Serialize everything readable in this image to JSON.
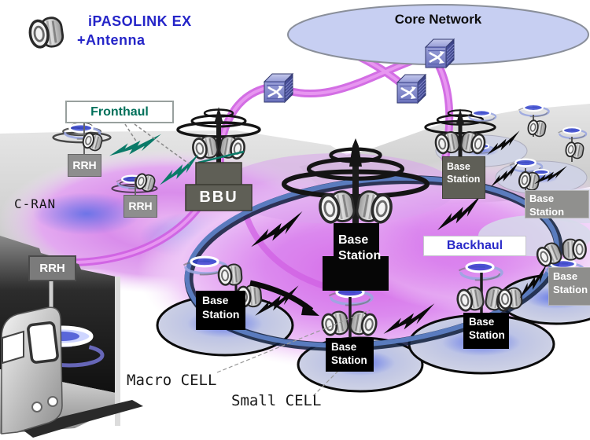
{
  "logo": {
    "line1": "iPASOLINK EX",
    "line2": "+Antenna"
  },
  "core_network": {
    "label": "Core Network"
  },
  "transport": {
    "fronthaul_label": "Fronthaul",
    "backhaul_label": "Backhaul"
  },
  "areas": {
    "cran_label": "C-RAN",
    "macro_cell_label": "Macro CELL",
    "small_cell_label": "Small CELL"
  },
  "nodes": {
    "bbu": {
      "label": "BBU"
    },
    "rrh_units": [
      {
        "label": "RRH",
        "position": "cran-left"
      },
      {
        "label": "RRH",
        "position": "cran-center"
      },
      {
        "label": "RRH",
        "position": "subway-tunnel"
      }
    ],
    "base_stations": [
      {
        "label": "Base Station",
        "position": "macro-center"
      },
      {
        "label": "Base Station",
        "position": "top-right"
      },
      {
        "label": "Base Station",
        "position": "right"
      },
      {
        "label": "Base Station",
        "position": "far-right"
      },
      {
        "label": "Base Station",
        "position": "bottom-left"
      },
      {
        "label": "Base Station",
        "position": "bottom-center"
      },
      {
        "label": "Base Station",
        "position": "bottom-right"
      }
    ]
  },
  "icons": {
    "odu_antenna": "twin-cylinder microwave radio with antenna (iPASOLINK EX unit)",
    "network_switch": "3D cube switch with white crossing arrows",
    "lightning_bolt": "microwave radio link bolt",
    "halo": "small-cell coverage halo ring",
    "train": "subway train in tunnel"
  },
  "colors": {
    "magenta_ring": "#cf5fe2",
    "backhaul_ring_blue": "#5d80c4",
    "fronthaul_teal": "#00705a",
    "label_blue": "#2a2ac8",
    "logo_blue": "#2525c8",
    "core_fill": "#c7cff2",
    "cell_purple": "#d25fe6",
    "ground_gray": "#d6d6d6",
    "box_black": "#000000",
    "box_gray": "#8e8e8e",
    "bbu_gray": "#5f5f56"
  }
}
